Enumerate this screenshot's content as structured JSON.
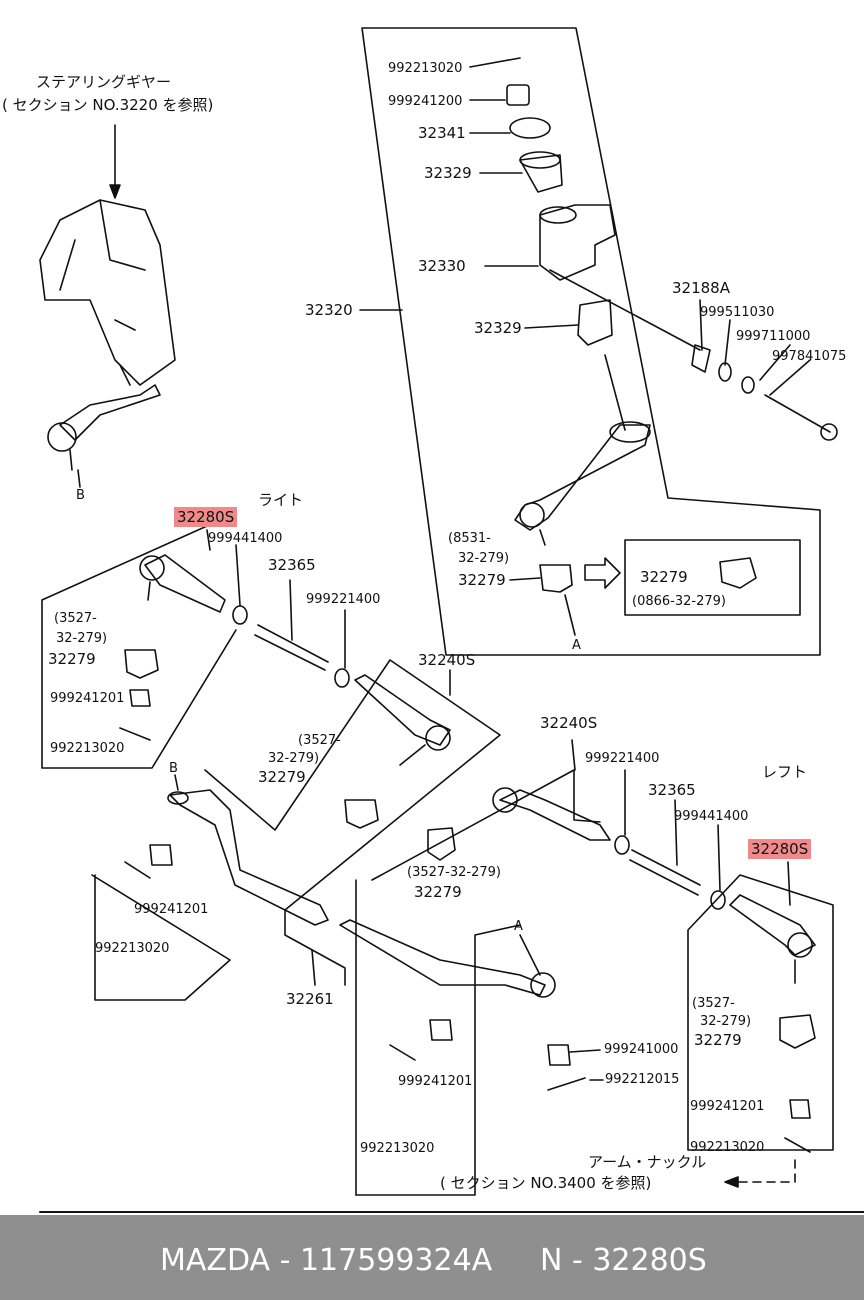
{
  "notes": {
    "steering_gear_title": "ステアリングギヤー",
    "steering_gear_ref": "( セクション NO.3220 を参照)",
    "right_side": "ライト",
    "left_side": "レフト",
    "arm_knuckle_title": "アーム・ナックル",
    "arm_knuckle_ref": "( セクション NO.3400 を参照)"
  },
  "markers": {
    "a": "A",
    "b": "B"
  },
  "parts": {
    "p992213020_top": "992213020",
    "p999241200": "999241200",
    "p32341": "32341",
    "p32329_top": "32329",
    "p32330": "32330",
    "p32320": "32320",
    "p32329_mid": "32329",
    "p32188A": "32188A",
    "p999511030": "999511030",
    "p999711000": "999711000",
    "p997841075": "997841075",
    "p8531": "(8531-",
    "p8531b": "32-279)",
    "p32279_center": "32279",
    "p32279_box": "32279",
    "p0866": "(0866-32-279)",
    "p32280S_right": "32280S",
    "p999441400_right": "999441400",
    "p32365_right": "32365",
    "p999221400_right": "999221400",
    "p3527_a": "(3527-",
    "p3527_ab": "32-279)",
    "p32279_a": "32279",
    "p999241201_a": "999241201",
    "p992213020_a": "992213020",
    "p32240S_right": "32240S",
    "p3527_b": "(3527-",
    "p3527_bb": "32-279)",
    "p32279_b": "32279",
    "p32240S_left": "32240S",
    "p999221400_left": "999221400",
    "p32365_left": "32365",
    "p999441400_left": "999441400",
    "p32280S_left": "32280S",
    "p3527_c": "(3527-32-279)",
    "p32279_c": "32279",
    "p999241201_b": "999241201",
    "p992213020_b": "992213020",
    "p32261": "32261",
    "p999241000": "999241000",
    "p992212015": "992212015",
    "p999241201_c": "999241201",
    "p992213020_c": "992213020",
    "p3527_d": "(3527-",
    "p3527_db": "32-279)",
    "p32279_d": "32279",
    "p999241201_d": "999241201",
    "p992213020_d": "992213020"
  },
  "footer": {
    "brand": "MAZDA - 117599324A",
    "number": "N - 32280S"
  }
}
